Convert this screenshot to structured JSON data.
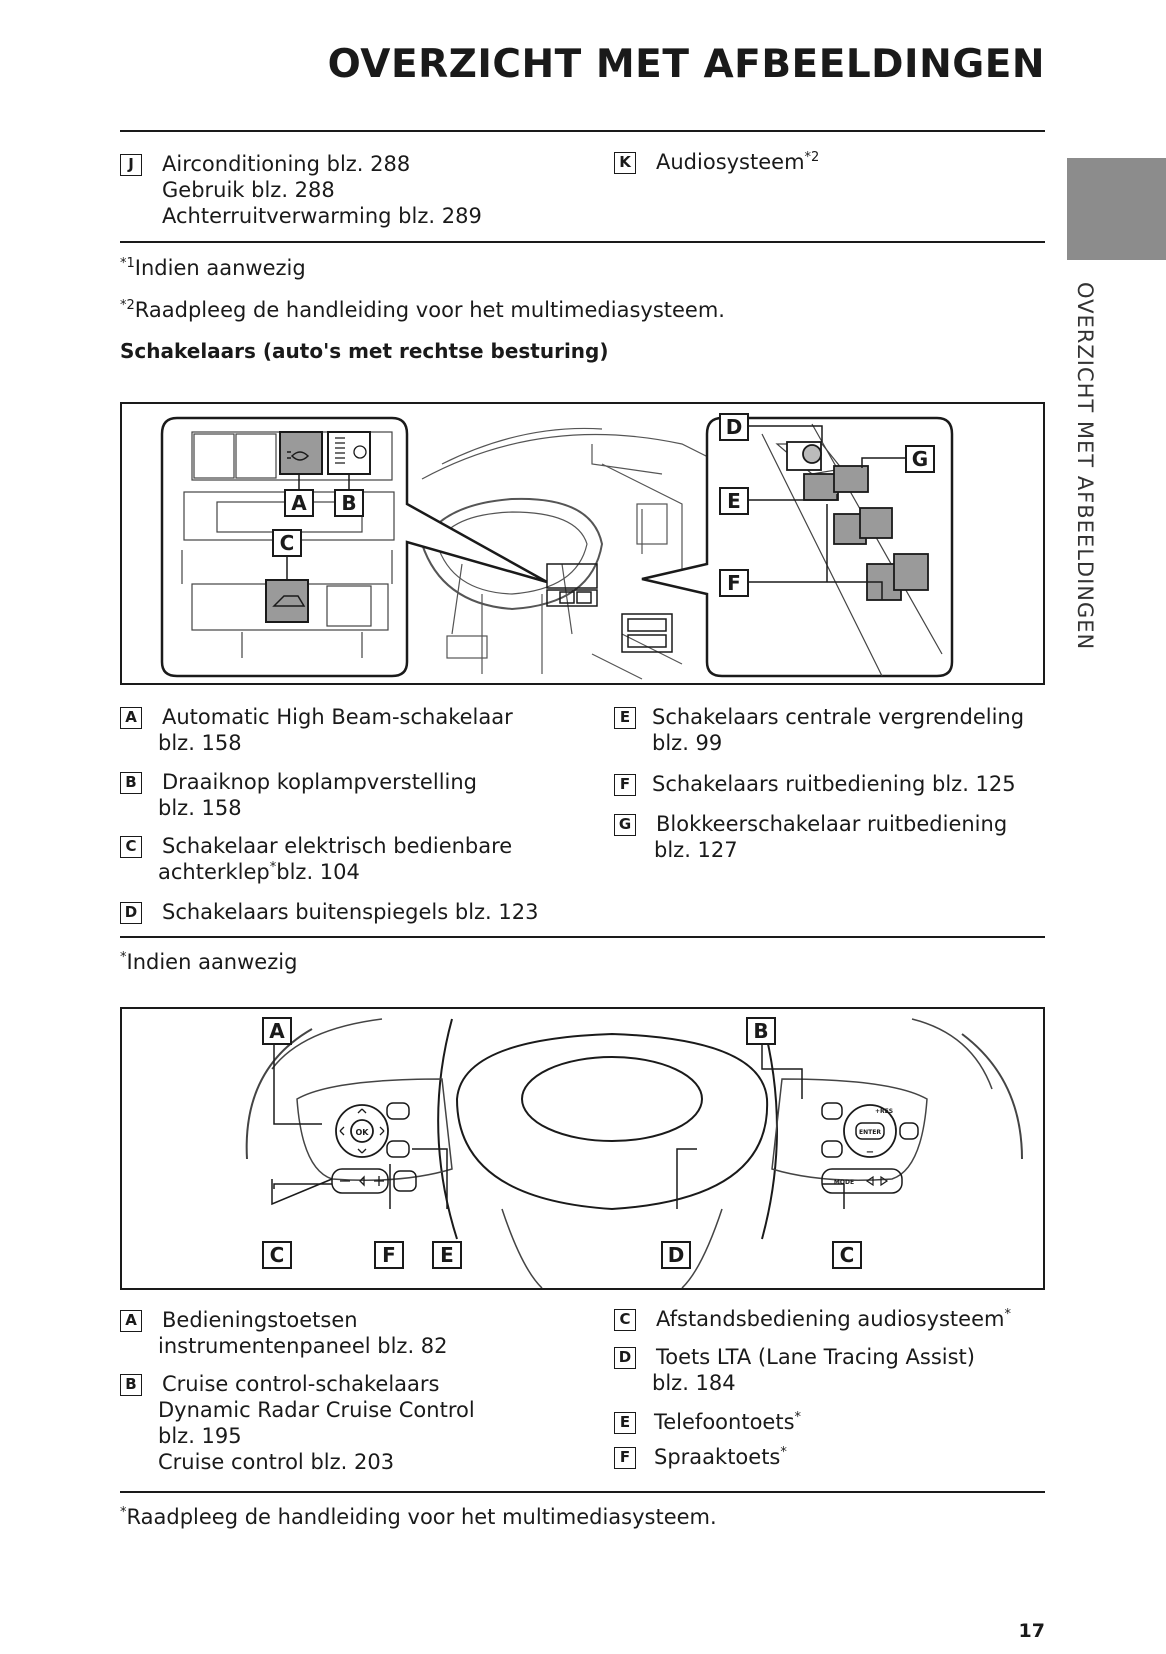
{
  "page": {
    "title": "OVERZICHT MET AFBEELDINGEN",
    "side_tab": "OVERZICHT MET AFBEELDINGEN",
    "page_number": "17"
  },
  "section1": {
    "items": [
      {
        "key": "J",
        "lines": [
          "Airconditioning blz. 288",
          "Gebruik blz. 288",
          "Achterruitverwarming blz. 289"
        ]
      },
      {
        "key": "K",
        "text": "Audiosysteem",
        "sup": "*2"
      }
    ],
    "notes": [
      {
        "sup": "*1",
        "text": "Indien aanwezig"
      },
      {
        "sup": "*2",
        "text": "Raadpleeg de handleiding voor het multimediasysteem."
      }
    ]
  },
  "section2": {
    "heading": "Schakelaars (auto's met rechtse besturing)",
    "figure_labels": [
      "A",
      "B",
      "C",
      "D",
      "E",
      "F",
      "G"
    ],
    "items_left": [
      {
        "key": "A",
        "line1": "Automatic High Beam-schakelaar",
        "line2": "blz. 158"
      },
      {
        "key": "B",
        "line1": "Draaiknop koplampverstelling",
        "line2": "blz. 158"
      },
      {
        "key": "C",
        "line1": "Schakelaar elektrisch bedienbare",
        "line2a": "achterklep",
        "line2sup": "*",
        "line2b": "blz. 104"
      },
      {
        "key": "D",
        "line1": "Schakelaars buitenspiegels blz. 123"
      }
    ],
    "items_right": [
      {
        "key": "E",
        "line1": "Schakelaars centrale vergrendeling",
        "line2": "blz. 99"
      },
      {
        "key": "F",
        "line1": "Schakelaars ruitbediening blz. 125"
      },
      {
        "key": "G",
        "line1": "Blokkeerschakelaar ruitbediening",
        "line2": "blz. 127"
      }
    ],
    "note": {
      "sup": "*",
      "text": "Indien aanwezig"
    }
  },
  "section3": {
    "figure_labels": {
      "top": [
        "A",
        "B"
      ],
      "bottom": [
        "C",
        "F",
        "E",
        "D",
        "C"
      ]
    },
    "button_labels": [
      "OK",
      "ENTER",
      "MODE",
      "+RES",
      "−"
    ],
    "items_left": [
      {
        "key": "A",
        "lines": [
          "Bedieningstoetsen",
          "instrumentenpaneel blz. 82"
        ]
      },
      {
        "key": "B",
        "lines": [
          "Cruise control-schakelaars",
          "Dynamic Radar Cruise Control",
          "blz. 195",
          "Cruise control blz. 203"
        ]
      }
    ],
    "items_right": [
      {
        "key": "C",
        "line1": "Afstandsbediening audiosysteem",
        "sup": "*"
      },
      {
        "key": "D",
        "line1": "Toets LTA (Lane Tracing Assist)",
        "line2": "blz. 184"
      },
      {
        "key": "E",
        "line1": "Telefoontoets",
        "sup": "*"
      },
      {
        "key": "F",
        "line1": "Spraaktoets",
        "sup": "*"
      }
    ],
    "note": {
      "sup": "*",
      "text": "Raadpleeg de handleiding voor het multimediasysteem."
    }
  },
  "colors": {
    "tab": "#8c8c8c",
    "ink": "#1a1a1a",
    "switch_fill": "#9a9a9a"
  }
}
